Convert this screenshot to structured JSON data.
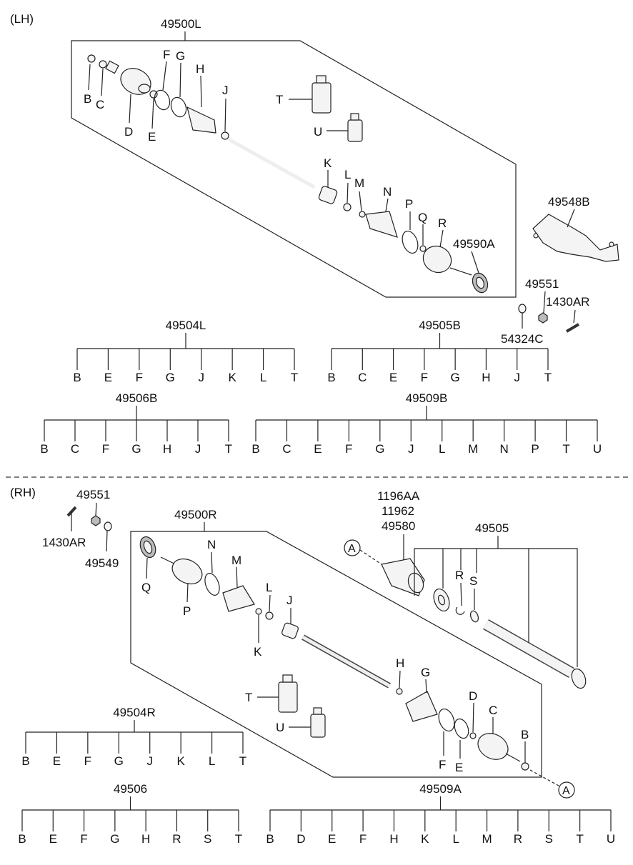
{
  "sections": [
    {
      "label": "(LH)"
    },
    {
      "label": "(RH)"
    }
  ],
  "lh": {
    "assembly": "49500L",
    "letters": [
      "B",
      "C",
      "D",
      "E",
      "F",
      "G",
      "H",
      "J",
      "K",
      "L",
      "M",
      "N",
      "P",
      "Q",
      "R",
      "T",
      "U"
    ],
    "ring": "49590A",
    "bracket": "49548B",
    "nut": "49551",
    "bolt": "1430AR",
    "washer": "54324C"
  },
  "rh": {
    "assembly": "49500R",
    "letters": [
      "Q",
      "P",
      "N",
      "M",
      "L",
      "K",
      "J",
      "H",
      "G",
      "D",
      "C",
      "B",
      "F",
      "E",
      "T",
      "U",
      "R",
      "S"
    ],
    "nut": "49551",
    "bolt": "1430AR",
    "washer": "49549",
    "codes": [
      "1196AA",
      "11962",
      "49580"
    ],
    "shaft": "49505",
    "circle": "A"
  },
  "kits": [
    {
      "name": "49504L",
      "items": [
        "B",
        "E",
        "F",
        "G",
        "J",
        "K",
        "L",
        "T"
      ]
    },
    {
      "name": "49505B",
      "items": [
        "B",
        "C",
        "E",
        "F",
        "G",
        "H",
        "J",
        "T"
      ]
    },
    {
      "name": "49506B",
      "items": [
        "B",
        "C",
        "F",
        "G",
        "H",
        "J",
        "T"
      ]
    },
    {
      "name": "49509B",
      "items": [
        "B",
        "C",
        "E",
        "F",
        "G",
        "J",
        "L",
        "M",
        "N",
        "P",
        "T",
        "U"
      ]
    },
    {
      "name": "49504R",
      "items": [
        "B",
        "E",
        "F",
        "G",
        "J",
        "K",
        "L",
        "T"
      ]
    },
    {
      "name": "49506",
      "items": [
        "B",
        "E",
        "F",
        "G",
        "H",
        "R",
        "S",
        "T"
      ]
    },
    {
      "name": "49509A",
      "items": [
        "B",
        "D",
        "E",
        "F",
        "H",
        "K",
        "L",
        "M",
        "R",
        "S",
        "T",
        "U"
      ]
    }
  ]
}
